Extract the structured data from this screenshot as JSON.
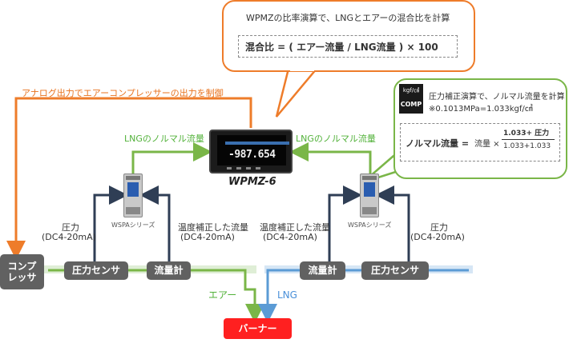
{
  "orange_bubble": {
    "caption": "WPMZの比率演算で、LNGとエアーの混合比を計算",
    "formula": "混合比 = ( エアー流量 / LNG流量 ) × 100"
  },
  "green_bubble": {
    "caption": "圧力補正演算で、ノルマル流量を計算",
    "note": "※0.1013MPa=1.033kgf/㎠",
    "formula_left": "ノルマル流量 =",
    "formula_flow": "流量 ×",
    "numerator": "1.033+ 圧力",
    "denominator": "1.033+1.033",
    "icon_top": "kgf/㎠",
    "icon_bottom": "COMP"
  },
  "analog_label": "アナログ出力でエアーコンプレッサーの出力を制御",
  "lng_normal_left": "LNGのノルマル流量",
  "lng_normal_right": "LNGのノルマル流量",
  "device": {
    "display_value": "-987.654",
    "model": "WPMZ-6"
  },
  "wspa_left": "WSPAシリーズ",
  "wspa_right": "WSPAシリーズ",
  "left_pressure": {
    "line1": "圧力",
    "line2": "(DC4-20mA)"
  },
  "left_temp": {
    "line1": "温度補正した流量",
    "line2": "(DC4-20mA)"
  },
  "right_temp": {
    "line1": "温度補正した流量",
    "line2": "(DC4-20mA)"
  },
  "right_pressure": {
    "line1": "圧力",
    "line2": "(DC4-20mA)"
  },
  "boxes": {
    "compressor": "コンプレッサ",
    "pressure_sensor_left": "圧力センサ",
    "flowmeter_left": "流量計",
    "flowmeter_right": "流量計",
    "pressure_sensor_right": "圧力センサ",
    "burner": "バーナー"
  },
  "air_label": "エアー",
  "lng_label": "LNG",
  "colors": {
    "orange": "#ee7c2a",
    "green": "#7ab648",
    "navy": "#2f3e55",
    "blue": "#5b9bd5",
    "gray_box": "#616161",
    "burner": "#ff2020"
  }
}
